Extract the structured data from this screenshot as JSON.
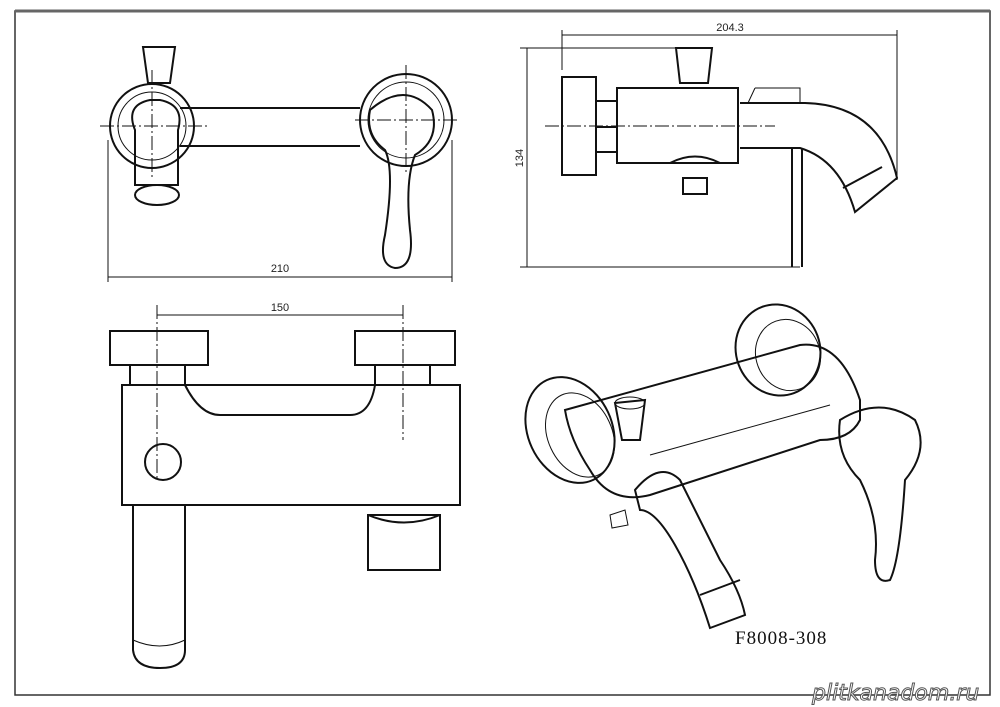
{
  "drawing": {
    "dimensions": {
      "front_width": "210",
      "side_depth": "204.3",
      "side_height": "134",
      "top_spacing": "150"
    },
    "model_number": "F8008-308",
    "watermark": "plitkanadom.ru"
  }
}
